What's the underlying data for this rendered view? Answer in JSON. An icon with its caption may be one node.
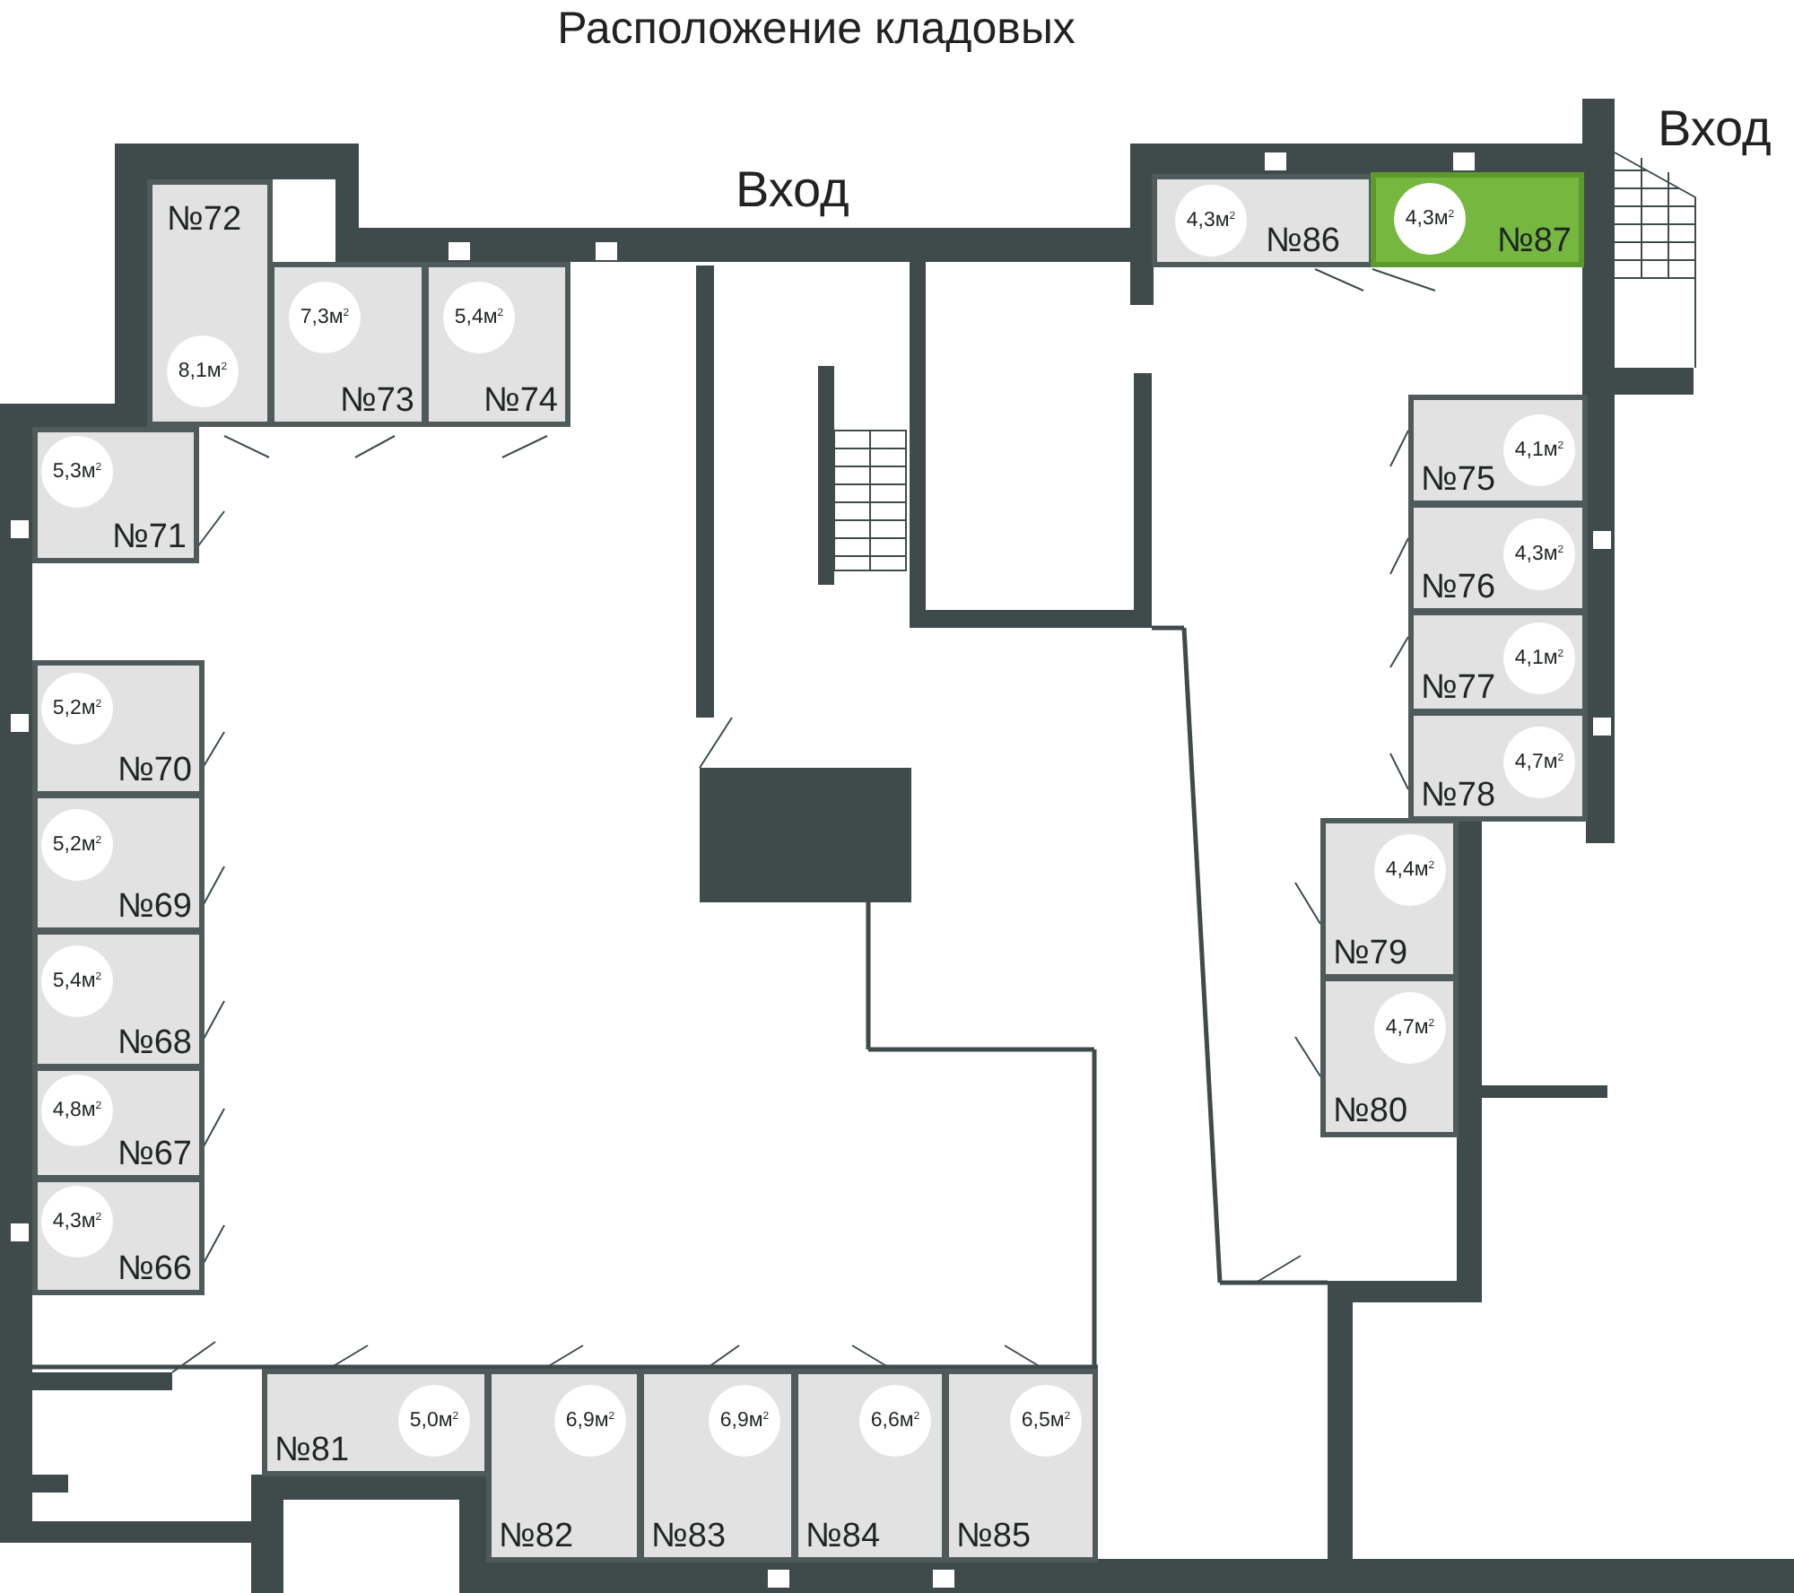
{
  "diagram": {
    "title": "Расположение кладовых",
    "nodes": [
      {
        "text": [
          "№72",
          "8,1м$^{2}$"
        ]
      },
      {
        "text": [
          "7,3м$^{2}$",
          "№73"
        ]
      },
      {
        "text": [
          "5,4м$^{2}$",
          "№74"
        ]
      },
      {
        "text": [
          "5,3м$^{2}$",
          "№71"
        ]
      },
      {
        "text": [
          "4,3м$^{2}$",
          "№86"
        ]
      },
      {
        "text": [
          "4,3м$^{2}$",
          "№87"
        ]
      },
      {
        "text": [
          "4,1м$^{2}$",
          "№75"
        ]
      },
      {
        "text": [
          "4,3м$^{2}$",
          "№76"
        ]
      },
      {
        "text": [
          "4,1м$^{2}$",
          "№77"
        ]
      },
      {
        "text": [
          "4,7м$^{2}$",
          "№78"
        ]
      },
      {
        "text": [
          "4,4м$^{2}$",
          "№79"
        ]
      },
      {
        "text": [
          "4,7м$^{2}$",
          "№80"
        ]
      },
      {
        "text": [
          "5,2м$^{2}$",
          "№70"
        ]
      },
      {
        "text": [
          "5,2м$^{2}$",
          "№69"
        ]
      },
      {
        "text": [
          "5,4м$^{2}$",
          "№68"
        ]
      },
      {
        "text": [
          "4,8м$^{2}$",
          "№67"
        ]
      },
      {
        "text": [
          "4,3м$^{2}$",
          "№66"
        ]
      },
      {
        "text": [
          "5,0м$^{2}$",
          "№81"
        ]
      },
      {
        "text": [
          "6,9м$^{2}$",
          "№82"
        ]
      },
      {
        "text": [
          "6,9м$^{2}$",
          "№83"
        ]
      },
      {
        "text": [
          "6,6м$^{2}$",
          "№84"
        ]
      },
      {
        "text": [
          "6,5м$^{2}$",
          "№85"
        ]
      }
    ],
    "labels": [
      "Вход",
      "Вход"
    ]
  }
}
